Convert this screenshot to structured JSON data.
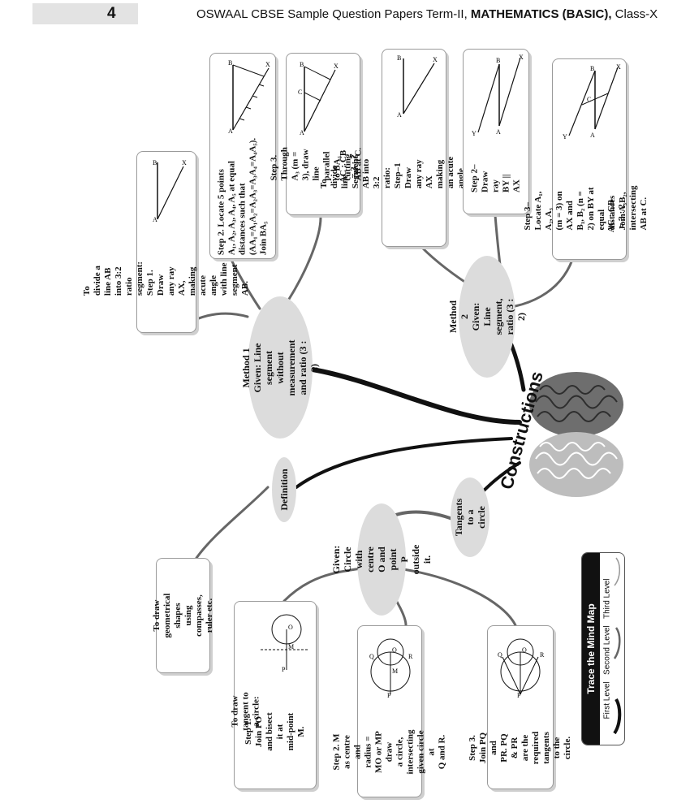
{
  "header": {
    "page_number": "4",
    "title_prefix": "OSWAAL CBSE Sample Question Papers Term-II, ",
    "title_bold": "MATHEMATICS (BASIC),",
    "title_suffix": " Class-X"
  },
  "center": {
    "label": "Constructions"
  },
  "method1": {
    "oval": "Method 1\nGiven: Line segment\nwithout measurement\nand ratio (3 : 2)",
    "step1": "To divide a line AB\ninto 3:2 ratio segment:\nStep 1. Draw any ray\nAX, making acute angle\nwith line segment AB.",
    "step2": "Step 2. Locate 5 points\nA₁, A₂, A₃, A₄, A₅ at equal\ndistances such that\n(AA₁=A₁A₂=A₂A₃=A₃A₄=A₄A₅).\nJoin BA₅",
    "step3": "Step 3. Through\nA₃ (m = 3), draw\nline parallel to BA₅\ncutting AB at C.",
    "step3_ratio": "AC : CB = 3 : 2"
  },
  "method2": {
    "oval": "Method 2\nGiven: Line segment,\nratio (3 : 2)",
    "step1": "To divide line Segment AB into 3:2 ratio:\nStep–1 Draw any ray AX making\nan acute angle with line\nsegment AB",
    "step2": "Step 2– Draw ray\nBY || AX",
    "step3": "Step 3– Locate A₁, A₂, A₃\n(m = 3) on AX and\nB₁, B₂ (n = 2) on BY at equal\ndistances Join A₃B₂, intersecting\nAB at C.",
    "step3_ratio": "AC : CB = 3 : 2"
  },
  "definition": {
    "oval": "Definition",
    "box": "To draw geometrical\nshapes using compasses,\nruler etc."
  },
  "tangents": {
    "oval": "Tangents\nto a circle",
    "given_oval": "Given: Circle with\ncentre O and point P\noutside it.",
    "step1_title": "To draw tangent to a circle:",
    "step1": "Step 1. Join PO\nand bisect it at\nmid-point M.",
    "step2": "Step 2. M as centre and\nradius = MO or MP draw\na circle, intersecting\ngiven circle at\nQ and R.",
    "step3": "Step 3. Join PQ and\nPR. PQ & PR are the\nrequired tangents\nto the circle."
  },
  "legend": {
    "title": "Trace the Mind Map",
    "first": "First Level",
    "second": "Second Level",
    "third": "Third Level"
  },
  "figure_labels": {
    "A": "A",
    "B": "B",
    "C": "C",
    "X": "X",
    "Y": "Y",
    "O": "O",
    "P": "P",
    "M": "M",
    "Q": "Q",
    "R": "R"
  },
  "colors": {
    "connector": "#111111",
    "oval_fill": "#dcdcdc",
    "box_border": "#9a9a9a",
    "thin_line": "#777777"
  }
}
